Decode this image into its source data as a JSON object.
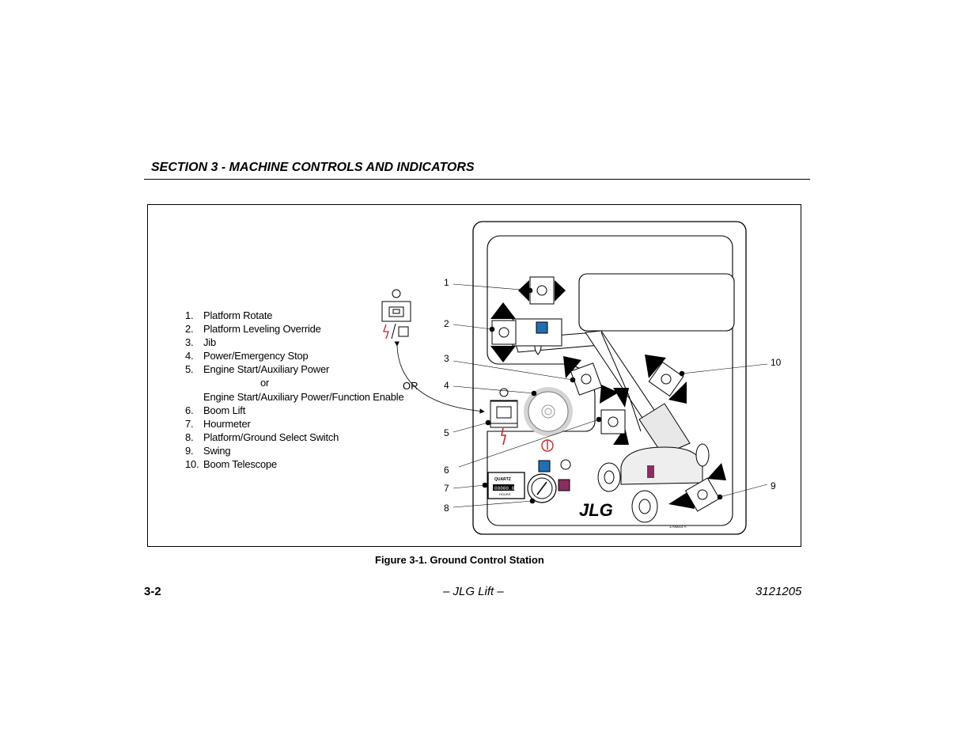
{
  "header": {
    "section_title": "SECTION 3 - MACHINE CONTROLS AND INDICATORS"
  },
  "legend": {
    "items": [
      {
        "num": "1.",
        "text": "Platform Rotate"
      },
      {
        "num": "2.",
        "text": "Platform Leveling Override"
      },
      {
        "num": "3.",
        "text": "Jib"
      },
      {
        "num": "4.",
        "text": "Power/Emergency Stop"
      },
      {
        "num": "5.",
        "text": "Engine Start/Auxiliary Power"
      },
      {
        "num": "",
        "text": "or"
      },
      {
        "num": "",
        "text": "Engine Start/Auxiliary Power/Function Enable"
      },
      {
        "num": "6.",
        "text": "Boom Lift"
      },
      {
        "num": "7.",
        "text": "Hourmeter"
      },
      {
        "num": "8.",
        "text": "Platform/Ground Select Switch"
      },
      {
        "num": "9.",
        "text": "Swing"
      },
      {
        "num": "10.",
        "text": "Boom Telescope"
      }
    ]
  },
  "figure": {
    "or_label": "OR",
    "callouts": [
      "1",
      "2",
      "3",
      "4",
      "5",
      "6",
      "7",
      "8",
      "9",
      "10"
    ],
    "hourmeter_brand": "QUARTZ",
    "hourmeter_reading": "00000.00",
    "hourmeter_unit": "HOURS",
    "logo": "JLG",
    "part_number": "1706614 A",
    "colors": {
      "blue_indicator": "#1f6fb5",
      "purple_indicator": "#8a2d5f",
      "red_icon": "#c0282d"
    }
  },
  "caption": "Figure 3-1. Ground Control Station",
  "footer": {
    "page": "3-2",
    "center": "– JLG Lift –",
    "doc_number": "3121205"
  }
}
